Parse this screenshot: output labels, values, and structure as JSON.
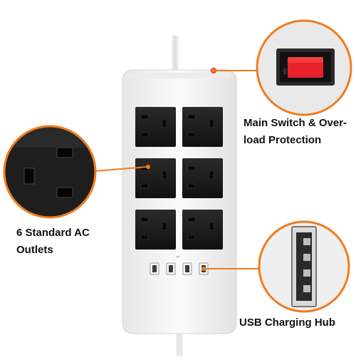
{
  "labels": {
    "main_switch_line1": "Main Switch & Over-",
    "main_switch_line2": "load Protection",
    "ac_outlets_line1": "6 Standard AC",
    "ac_outlets_line2": "Outlets",
    "usb_hub": "USB Charging Hub"
  },
  "socket_count": 6,
  "usb_port_count": 4,
  "colors": {
    "accent": "#f07c1e",
    "switch_red": "#e8202a",
    "body_white": "#f4f4f4",
    "socket_black": "#1c1c1c"
  }
}
